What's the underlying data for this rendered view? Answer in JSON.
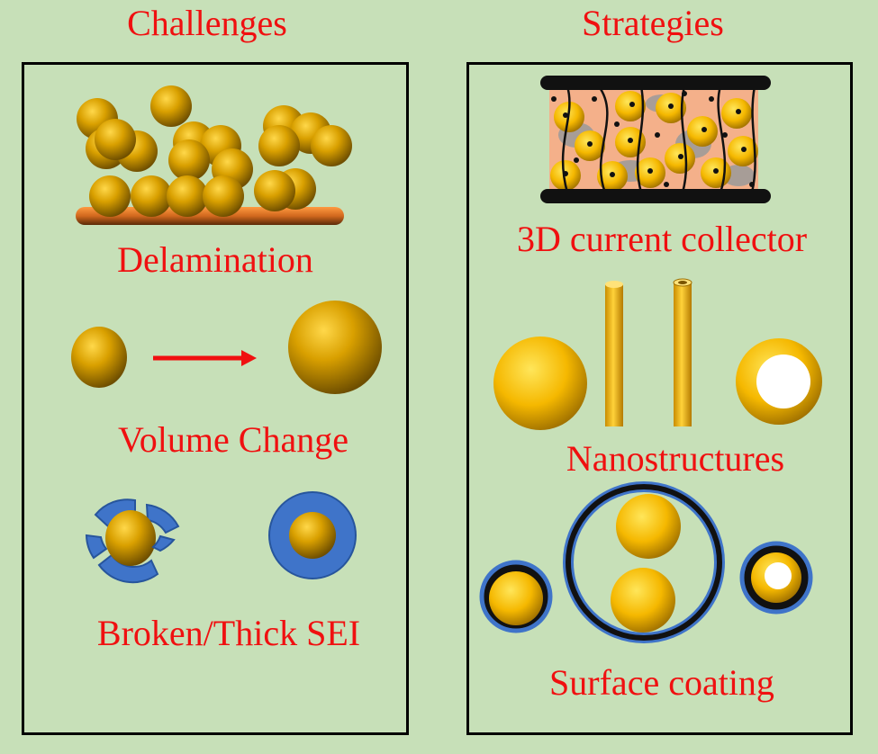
{
  "headings": {
    "challenges": "Challenges",
    "strategies": "Strategies"
  },
  "challenges": {
    "delamination": "Delamination",
    "volume_change": "Volume Change",
    "sei": "Broken/Thick SEI"
  },
  "strategies": {
    "current_collector": "3D current collector",
    "nanostructures": "Nanostructures",
    "surface_coating": "Surface coating"
  },
  "colors": {
    "background": "#c7e0b8",
    "text": "#f01010",
    "particle_gold": "#e0a800",
    "sei_blue": "#3f74c9",
    "substrate_copper": "#d2691e"
  }
}
